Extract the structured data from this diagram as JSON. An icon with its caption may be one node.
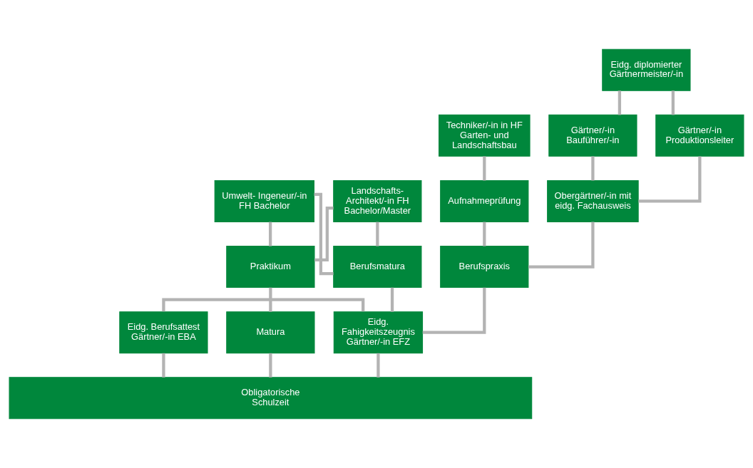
{
  "diagram": {
    "nodes": [
      {
        "text": [
          "Eidg. diplomierter Gärtnermeister/-in"
        ]
      },
      {
        "text": [
          "Techniker/-in in HF Garten- und Landschaftsbau"
        ]
      },
      {
        "text": [
          "Umwelt- Ingeneur/-in FH Bachelor"
        ]
      },
      {
        "text": [
          "Landschafts- Architekt/-in FH Bachelor/Master"
        ]
      },
      {
        "text": [
          "Gärtner/-in Bauführer/-in"
        ]
      },
      {
        "text": [
          "Gärtner/-in Produktionsleiter"
        ]
      },
      {
        "text": [
          "Aufnahmeprüfung"
        ]
      },
      {
        "text": [
          "Obergärtner/-in mit eidg. Fachausweis"
        ]
      },
      {
        "text": [
          "Berufspraxis"
        ]
      },
      {
        "text": [
          "Berufsmatura"
        ]
      },
      {
        "text": [
          "Praktikum"
        ]
      },
      {
        "text": [
          "Eidg. Berufsattest Gärtner/-in EBA"
        ]
      },
      {
        "text": [
          "Eidg. Fahigkeitszeugnis Gärtner/-in EFZ"
        ]
      },
      {
        "text": [
          "Matura"
        ]
      },
      {
        "text": [
          "Obligatorische Schulzeit"
        ]
      }
    ],
    "edges": [
      {
        "from": 0,
        "to": 4,
        "arrow": "none"
      },
      {
        "from": 0,
        "to": 5,
        "arrow": "none"
      },
      {
        "from": 1,
        "to": 6,
        "arrow": "none"
      },
      {
        "from": 2,
        "to": 9,
        "arrow": "none"
      },
      {
        "from": 2,
        "to": 10,
        "arrow": "none"
      },
      {
        "from": 3,
        "to": 9,
        "arrow": "none"
      },
      {
        "from": 3,
        "to": 10,
        "arrow": "none"
      },
      {
        "from": 4,
        "to": 7,
        "arrow": "none"
      },
      {
        "from": 5,
        "to": 7,
        "arrow": "none"
      },
      {
        "from": 7,
        "to": 8,
        "arrow": "none"
      },
      {
        "from": 6,
        "to": 8,
        "arrow": "none"
      },
      {
        "from": 8,
        "to": 12,
        "arrow": "none"
      },
      {
        "from": 9,
        "to": 12,
        "arrow": "none"
      },
      {
        "from": 11,
        "to": 12,
        "arrow": "none"
      },
      {
        "from": 10,
        "to": 13,
        "arrow": "none"
      },
      {
        "from": 11,
        "to": 14,
        "arrow": "none"
      },
      {
        "from": 12,
        "to": 14,
        "arrow": "none"
      },
      {
        "from": 13,
        "to": 14,
        "arrow": "none"
      }
    ]
  }
}
